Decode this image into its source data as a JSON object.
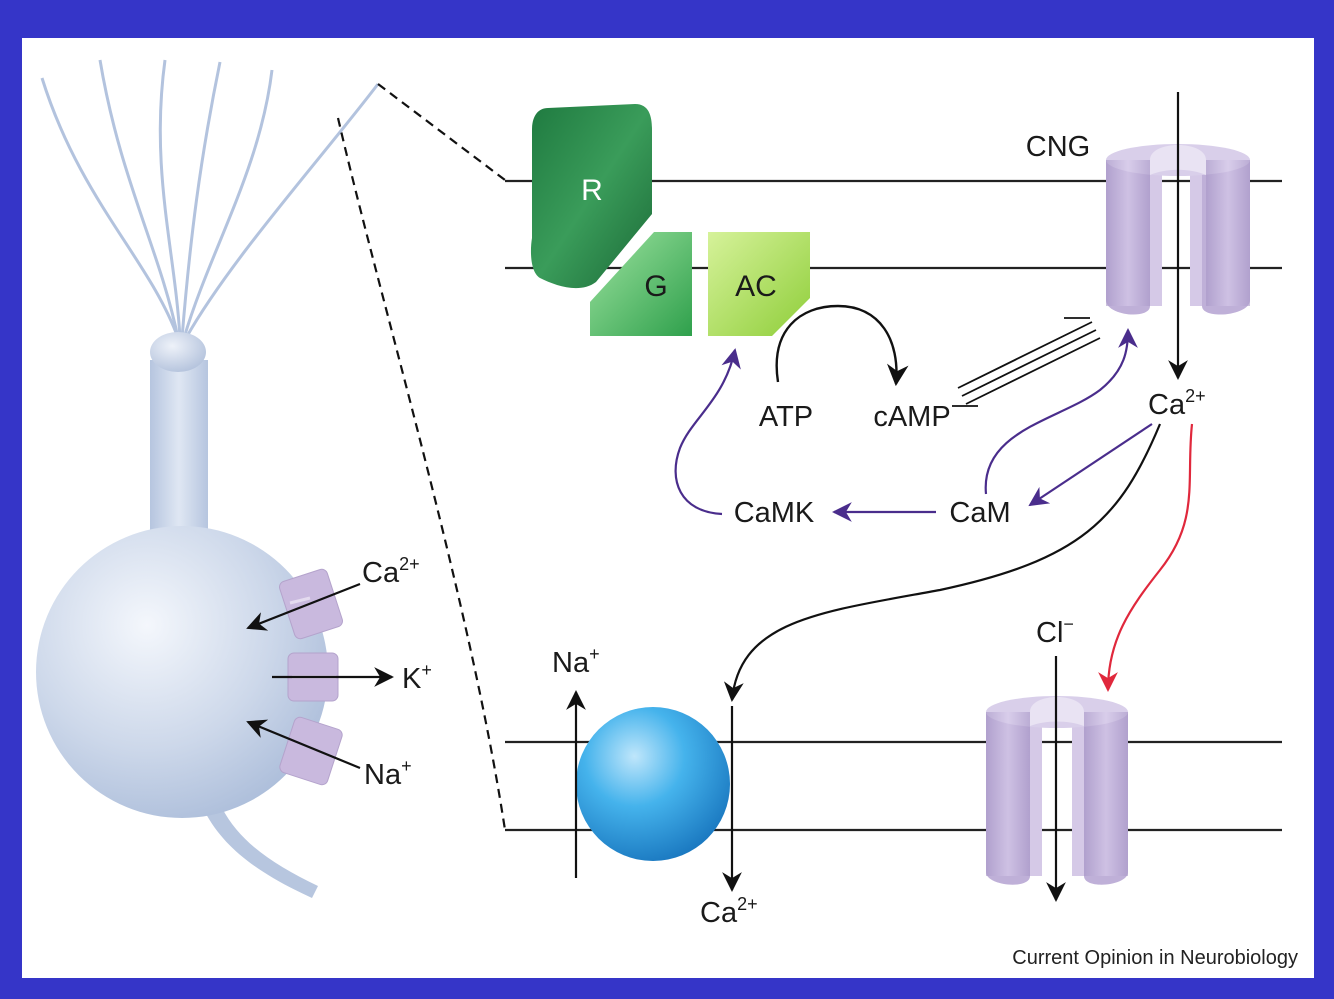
{
  "labels": {
    "cng": "CNG",
    "receptor": "R",
    "g_protein": "G",
    "adenylyl_cyclase": "AC",
    "atp": "ATP",
    "camp": "cAMP",
    "ca_cng": {
      "base": "Ca",
      "sup": "2+"
    },
    "camk": "CaMK",
    "cam": "CaM",
    "cl": {
      "base": "Cl",
      "sup": "−"
    },
    "na_exchanger": {
      "base": "Na",
      "sup": "+"
    },
    "ca_exchanger": {
      "base": "Ca",
      "sup": "2+"
    },
    "soma_ca": {
      "base": "Ca",
      "sup": "2+"
    },
    "soma_k": {
      "base": "K",
      "sup": "+"
    },
    "soma_na": {
      "base": "Na",
      "sup": "+"
    }
  },
  "credit": "Current Opinion in Neurobiology",
  "colors": {
    "frame": "#3535c8",
    "panel": "#ffffff",
    "receptor": "#2e8a4c",
    "g_protein": "#5fc46a",
    "adenylyl_cyclase": "#a9e04e",
    "channel": "#c9b9de",
    "exchanger": "#2a9ee0",
    "neuron": "#c6d3e8",
    "camk_arrow": "#4a2d8c",
    "cl_arrow": "#e0283c"
  }
}
